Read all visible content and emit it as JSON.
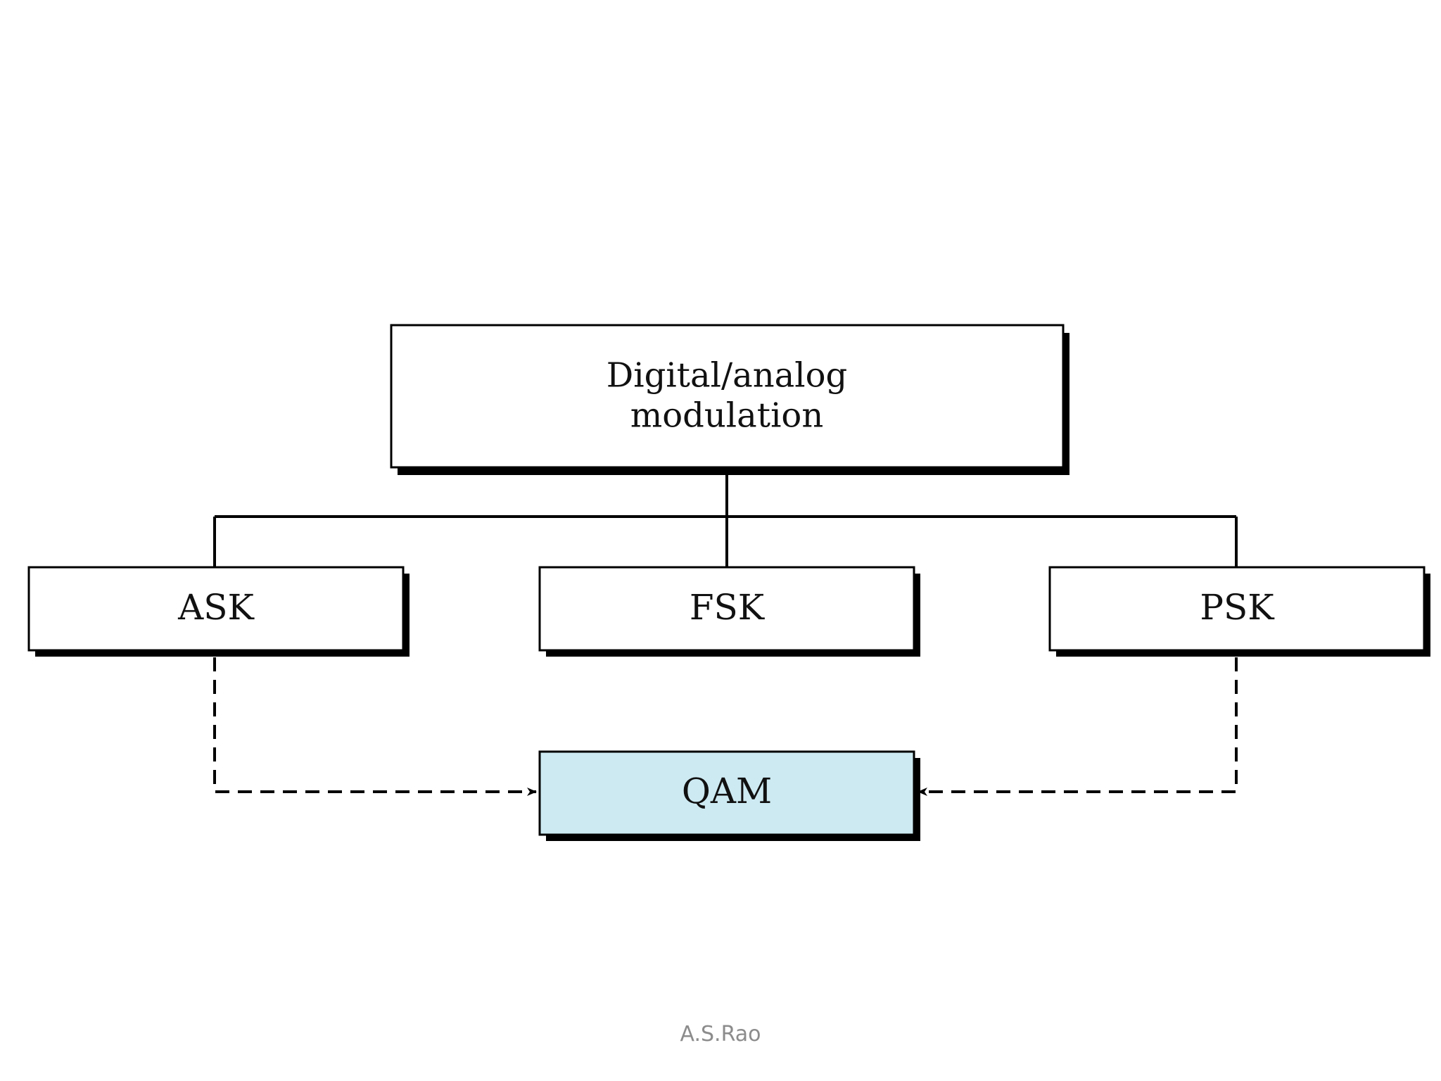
{
  "diagram": {
    "root": {
      "line1": "Digital/analog",
      "line2": "modulation"
    },
    "children": [
      {
        "label": "ASK"
      },
      {
        "label": "FSK"
      },
      {
        "label": "PSK"
      }
    ],
    "derived": {
      "label": "QAM"
    }
  },
  "footer": {
    "credit": "A.S.Rao"
  },
  "colors": {
    "box_fill": "#ffffff",
    "highlight_fill": "#cdeaf2",
    "stroke": "#000000",
    "footer_text": "#8c8c8c"
  }
}
